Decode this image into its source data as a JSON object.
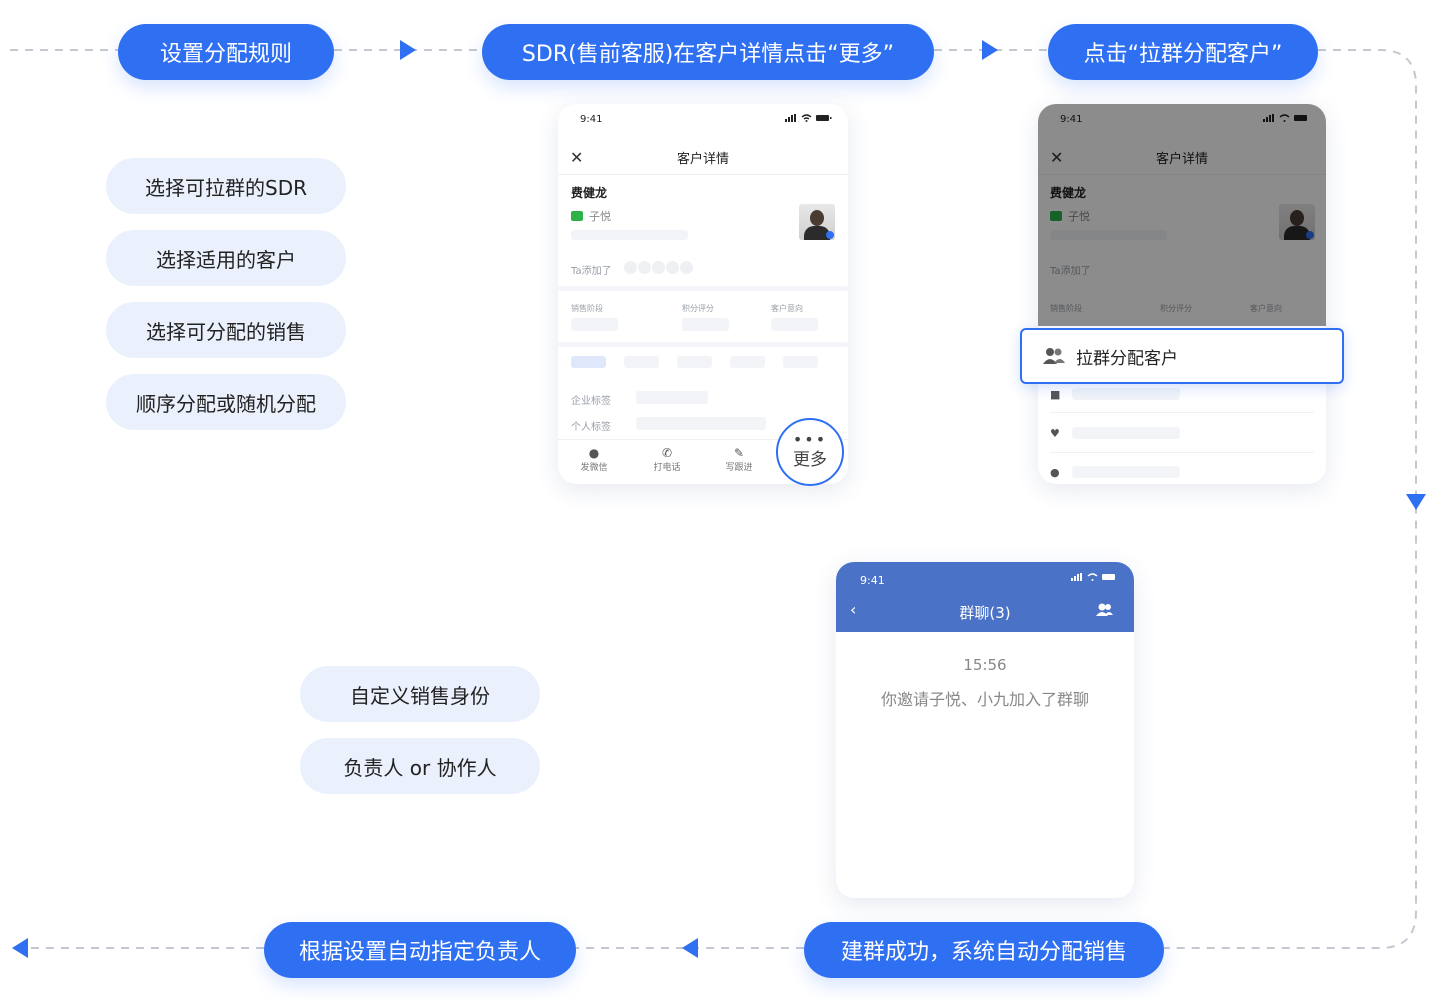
{
  "steps": {
    "s1": "设置分配规则",
    "s2": "SDR(售前客服)在客户详情点击“更多”",
    "s3": "点击“拉群分配客户”",
    "s4": "建群成功，系统自动分配销售",
    "s5": "根据设置自动指定负责人"
  },
  "rule_options": [
    "选择可拉群的SDR",
    "选择适用的客户",
    "选择可分配的销售",
    "顺序分配或随机分配"
  ],
  "sales_options": [
    "自定义销售身份",
    "负责人 or 协作人"
  ],
  "phone1": {
    "time": "9:41",
    "title": "客户详情",
    "customer_name": "费健龙",
    "wechat_name": "子悦",
    "added_label": "Ta添加了",
    "fields": [
      "销售阶段",
      "积分评分",
      "客户意向"
    ],
    "tag_labels": [
      "企业标签",
      "个人标签"
    ],
    "tabs": [
      "发微信",
      "打电话",
      "写跟进"
    ],
    "more_label": "更多"
  },
  "phone2": {
    "time": "9:41",
    "title": "客户详情",
    "customer_name": "费健龙",
    "wechat_name": "子悦",
    "added_label": "Ta添加了",
    "fields": [
      "销售阶段",
      "积分评分",
      "客户意向"
    ],
    "popup_label": "拉群分配客户"
  },
  "phone3": {
    "time": "9:41",
    "title": "群聊(3)",
    "msg_time": "15:56",
    "message": "你邀请子悦、小九加入了群聊"
  },
  "colors": {
    "accent": "#2f6ff2",
    "pill_bg": "#ebf0fd",
    "chat_header": "#4a73c8"
  }
}
